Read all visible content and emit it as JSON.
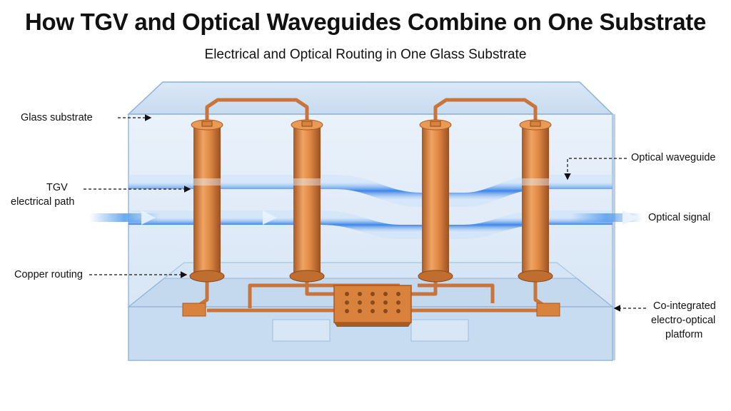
{
  "title": "How TGV and Optical Waveguides Combine on One Substrate",
  "subtitle": "Electrical and Optical Routing in One Glass Substrate",
  "labels": {
    "glass_substrate": "Glass substrate",
    "tgv_line1": "TGV",
    "tgv_line2": "electrical path",
    "copper_routing": "Copper routing",
    "optical_waveguide": "Optical waveguide",
    "optical_signal": "Optical signal",
    "platform_line1": "Co-integrated",
    "platform_line2": "electro-optical",
    "platform_line3": "platform"
  },
  "colors": {
    "copper": "#d9823e",
    "copper_dark": "#a85a22",
    "glass": "#dce9f7",
    "glass_edge": "#8fb2d6",
    "waveguide": "#4a90e8"
  }
}
